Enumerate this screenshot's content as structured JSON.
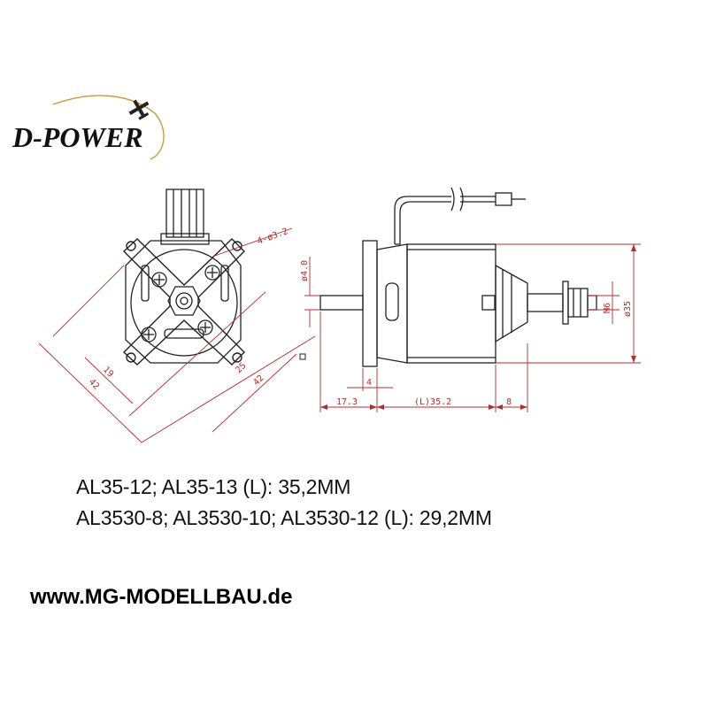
{
  "logo": {
    "text": "D-POWER"
  },
  "dimensions": {
    "d_mount": "4-ø3.2",
    "d_shaft": "ø4.0",
    "b19": "19",
    "b42": "42",
    "b25": "25",
    "b42b": "42",
    "flange": "4",
    "front": "17.3",
    "body": "(L)35.2",
    "rear": "8",
    "thread": "M6",
    "diameter": "ø35"
  },
  "specs": {
    "line1": "AL35-12; AL35-13 (L): 35,2MM",
    "line2": "AL3530-8; AL3530-10; AL3530-12 (L): 29,2MM"
  },
  "website": "www.MG-MODELLBAU.de",
  "colors": {
    "dimension": "#b03030",
    "outline": "#222222",
    "background": "#ffffff"
  }
}
